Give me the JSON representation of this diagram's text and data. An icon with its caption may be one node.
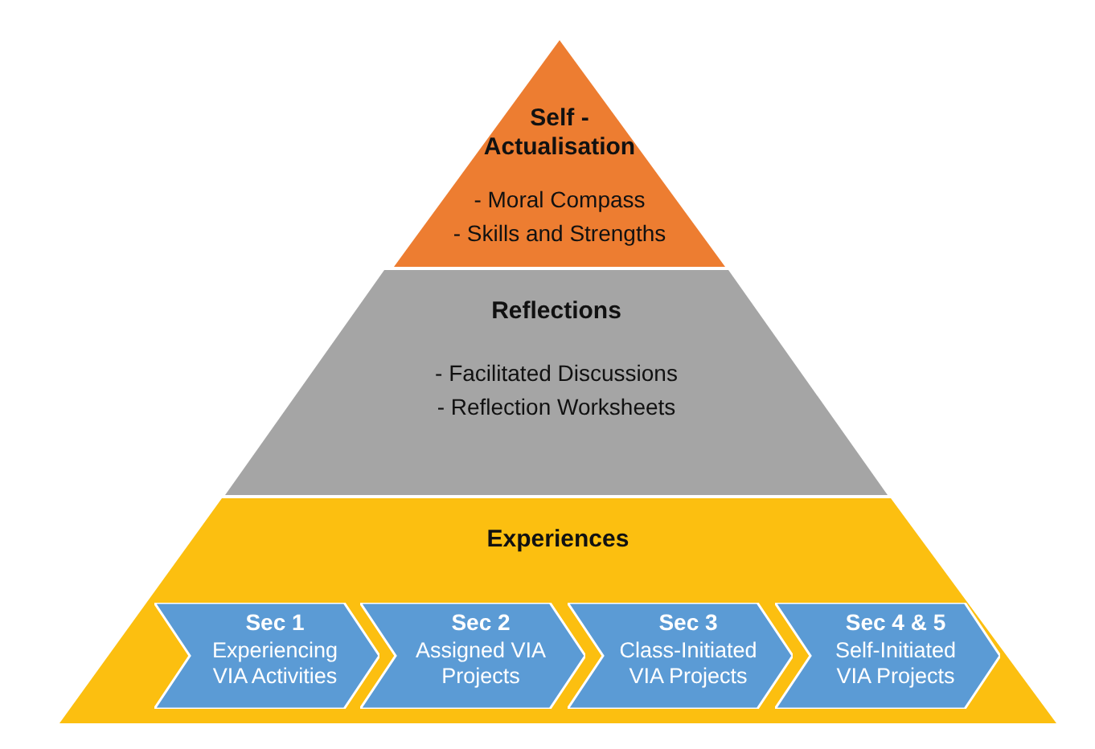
{
  "diagram": {
    "nodes": [
      {
        "text": [
          "Self - Actualisation",
          "- Moral Compass",
          "- Skills and Strengths"
        ]
      },
      {
        "text": [
          "Reflections",
          "- Facilitated Discussions",
          "- Reflection Worksheets"
        ]
      },
      {
        "text": [
          "Experiences"
        ]
      },
      {
        "text": [
          "Sec 1",
          "Experiencing VIA Activities"
        ],
        "in": 2
      },
      {
        "text": [
          "Sec 2",
          "Assigned VIA Projects"
        ],
        "in": 2
      },
      {
        "text": [
          "Sec 3",
          "Class-Initiated VIA Projects"
        ],
        "in": 2
      },
      {
        "text": [
          "Sec 4 & 5",
          "Self-Initiated VIA Projects"
        ],
        "in": 2
      }
    ]
  }
}
